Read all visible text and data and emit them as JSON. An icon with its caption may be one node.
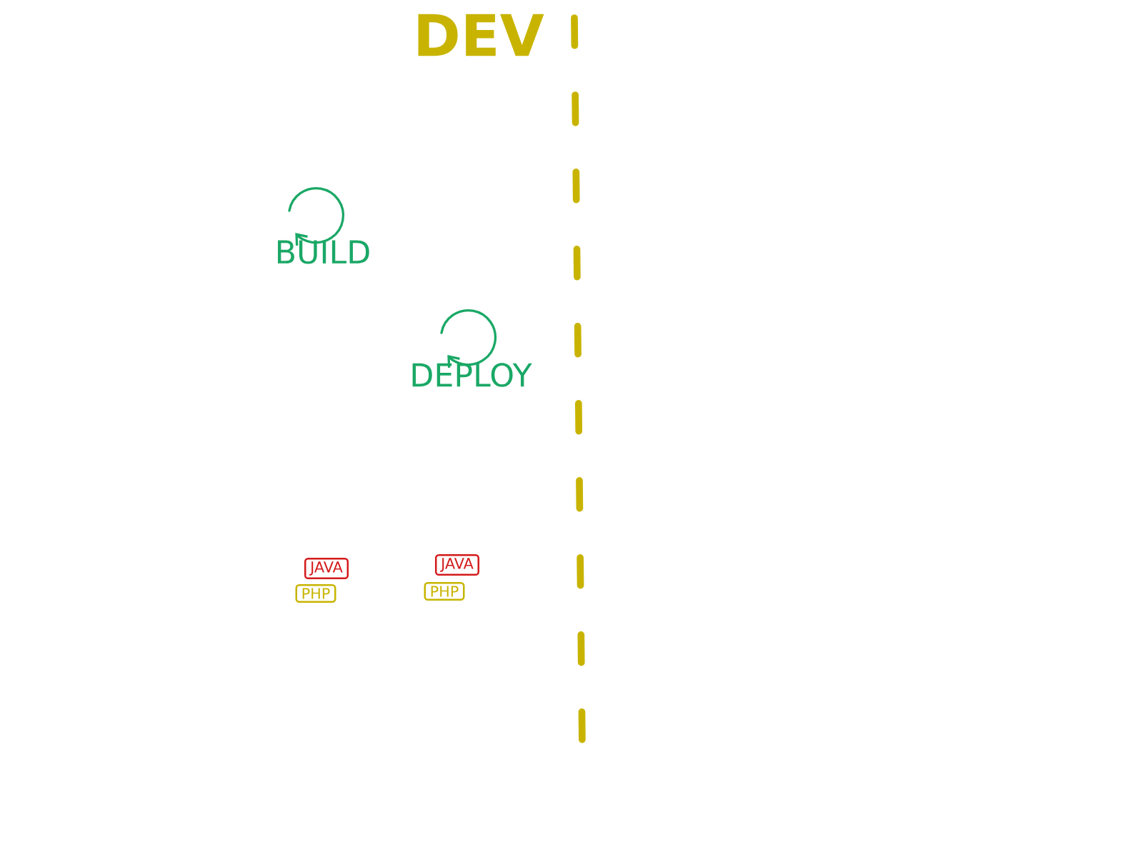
{
  "diagram": {
    "title": "DEV",
    "nodes": [
      {
        "text": [
          "BUILD"
        ]
      },
      {
        "text": [
          "DEPLOY"
        ]
      },
      {
        "text": [
          "JAVA"
        ]
      },
      {
        "text": [
          "PHP"
        ]
      },
      {
        "text": [
          "JAVA"
        ]
      },
      {
        "text": [
          "PHP"
        ]
      }
    ]
  }
}
